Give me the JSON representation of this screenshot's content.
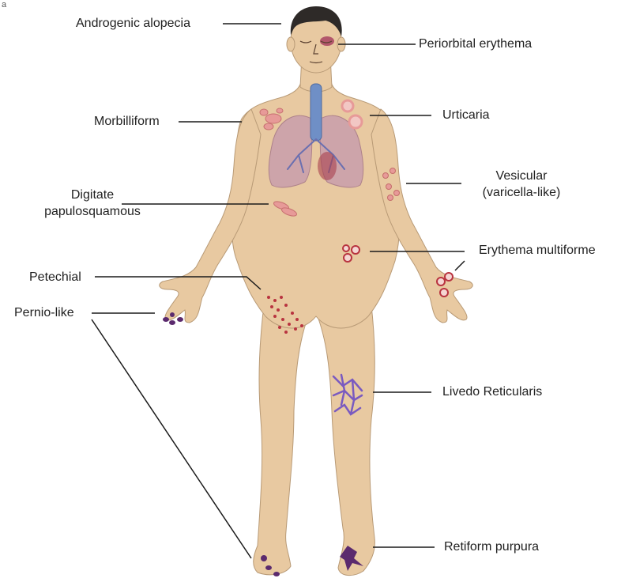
{
  "colors": {
    "skin": "#e8c9a1",
    "skin_outline": "#b89a76",
    "hair": "#2e2a28",
    "lung": "#cba0ac",
    "trachea": "#6f8fc6",
    "leader": "#1a1a1a",
    "lesion_red": "#b8333f",
    "lesion_pink": "#e79a98",
    "purple": "#5b2a6e",
    "livedo": "#7a5ac0"
  },
  "icons": [
    "human-body-figure",
    "lungs",
    "trachea",
    "heart"
  ],
  "labels": {
    "androgenic_alopecia": "Androgenic alopecia",
    "periorbital_erythema": "Periorbital erythema",
    "morbilliform": "Morbilliform",
    "urticaria": "Urticaria",
    "vesicular_line1": "Vesicular",
    "vesicular_line2": "(varicella-like)",
    "digitate_line1": "Digitate",
    "digitate_line2": "papulosquamous",
    "erythema_multiforme": "Erythema multiforme",
    "petechial": "Petechial",
    "pernio_like": "Pernio-like",
    "livedo_reticularis": "Livedo Reticularis",
    "retiform_purpura": "Retiform purpura"
  }
}
